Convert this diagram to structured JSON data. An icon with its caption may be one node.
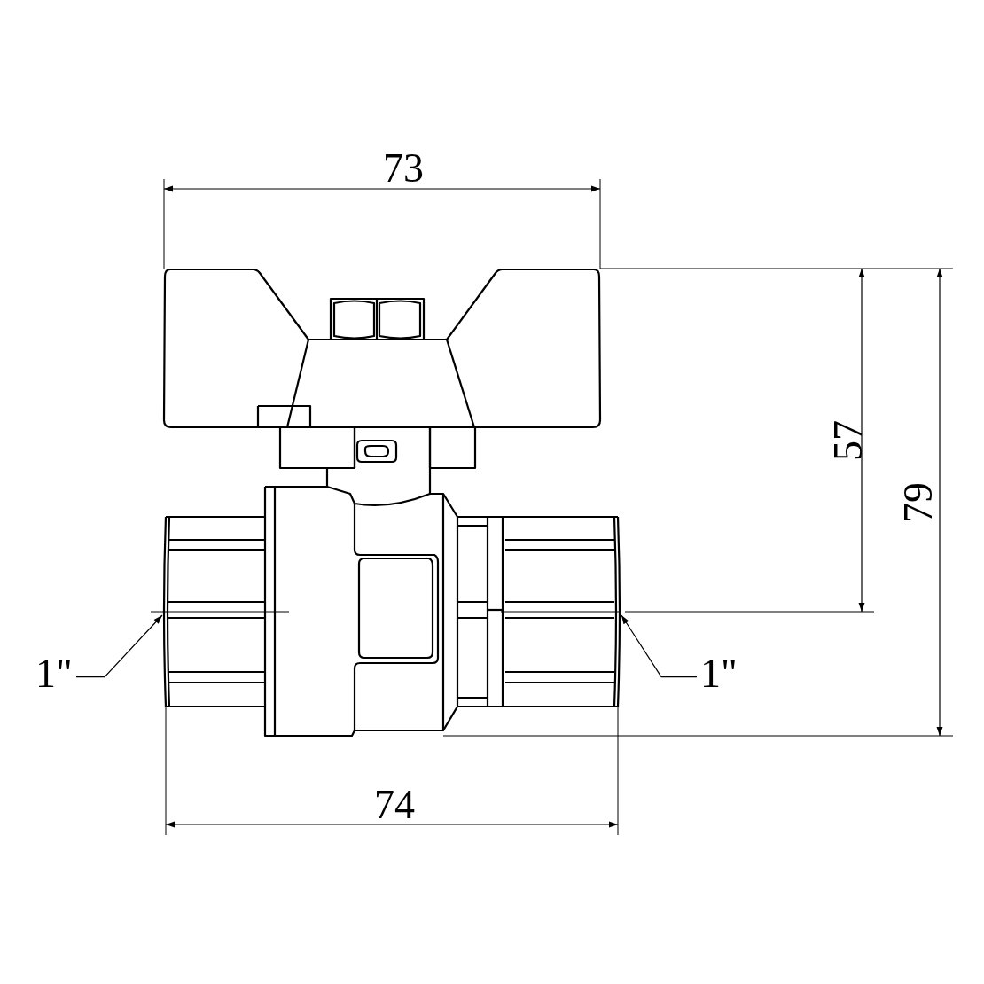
{
  "diagram": {
    "nodes": [
      {
        "text": [
          "1\""
        ]
      },
      {
        "text": [
          "1\""
        ]
      }
    ],
    "edges": [
      {
        "from": 0,
        "to": null,
        "arrow": "to"
      },
      {
        "from": 1,
        "to": null,
        "arrow": "to"
      }
    ],
    "labels": [
      "73",
      "57",
      "79",
      "74"
    ]
  }
}
